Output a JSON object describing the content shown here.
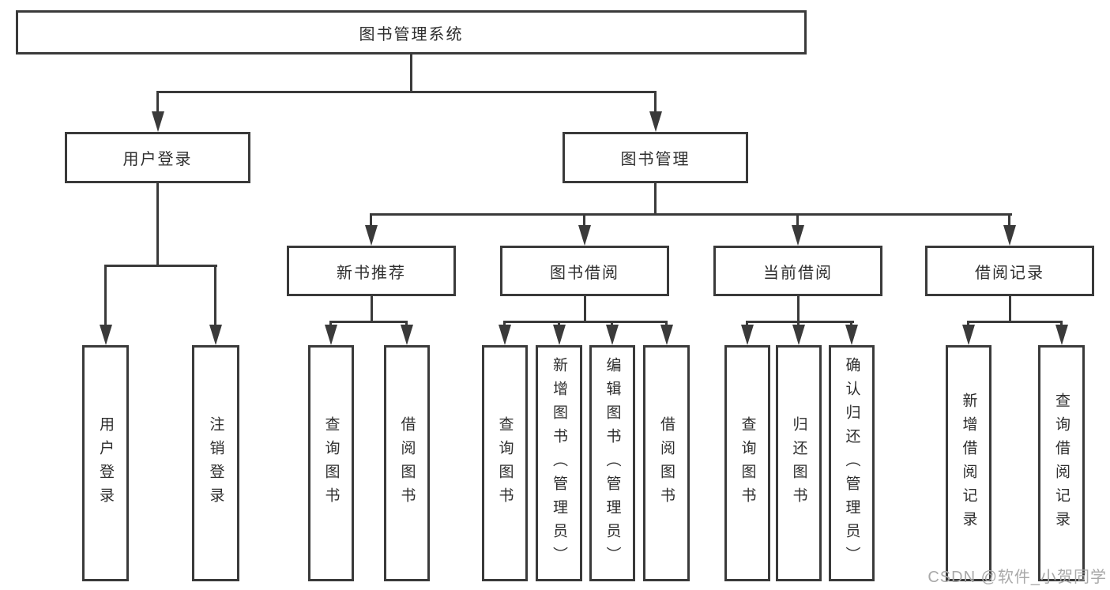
{
  "diagram": {
    "root": {
      "label": "图书管理系统"
    },
    "branches": [
      {
        "label": "用户登录",
        "children": [
          "用户登录",
          "注销登录"
        ]
      },
      {
        "label": "图书管理",
        "sections": [
          {
            "label": "新书推荐",
            "children": [
              "查询图书",
              "借阅图书"
            ]
          },
          {
            "label": "图书借阅",
            "children": [
              "查询图书",
              "新增图书（管理员）",
              "编辑图书（管理员）",
              "借阅图书"
            ]
          },
          {
            "label": "当前借阅",
            "children": [
              "查询图书",
              "归还图书",
              "确认归还（管理员）"
            ]
          },
          {
            "label": "借阅记录",
            "children": [
              "新增借阅记录",
              "查询借阅记录"
            ]
          }
        ]
      }
    ]
  },
  "watermark": {
    "text": "CSDN @软件_小贺同学"
  },
  "colors": {
    "line": "#3a3a3a",
    "text": "#2e2e2e",
    "box_background": "#ffffff",
    "page_background": "#ffffff",
    "watermark": "#a9a9a9"
  }
}
